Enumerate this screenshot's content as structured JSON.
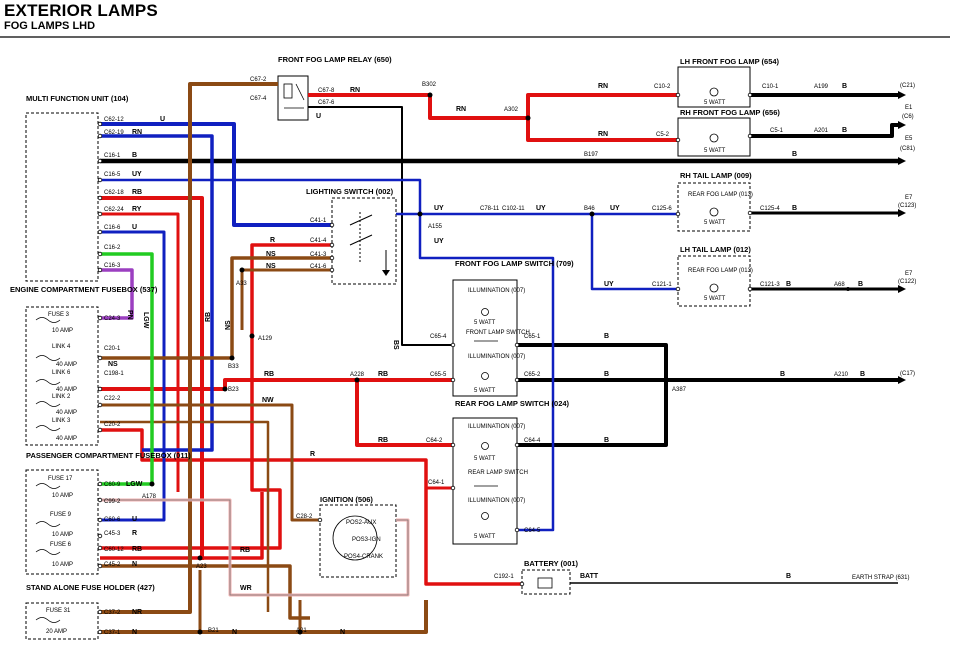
{
  "header": {
    "title": "EXTERIOR LAMPS",
    "subtitle": "FOG LAMPS LHD"
  },
  "colors": {
    "red": "#e01010",
    "blue": "#1020c0",
    "brown": "#8b4a14",
    "black": "#000000",
    "green": "#22cc22",
    "purple": "#9b3fc0",
    "pink": "#f0b0b0"
  },
  "components": {
    "mfu": "MULTI FUNCTION UNIT (104)",
    "relay": "FRONT FOG LAMP RELAY (650)",
    "lh_front_fog": "LH FRONT FOG LAMP (654)",
    "rh_front_fog": "RH FRONT FOG LAMP (656)",
    "rh_tail": "RH TAIL LAMP (009)",
    "lh_tail": "LH TAIL LAMP (012)",
    "lighting_switch": "LIGHTING SWITCH (002)",
    "front_fog_switch": "FRONT FOG LAMP SWITCH (709)",
    "rear_fog_switch": "REAR FOG LAMP SWITCH (024)",
    "engine_fusebox": "ENGINE COMPARTMENT FUSEBOX (537)",
    "passenger_fusebox": "PASSENGER COMPARTMENT FUSEBOX (011)",
    "standalone_fuse": "STAND ALONE FUSE HOLDER (427)",
    "ignition": "IGNITION (506)",
    "battery": "BATTERY (001)"
  },
  "bulbs": {
    "five_watt": "5 WATT",
    "rear_fog_lamp": "REAR FOG LAMP (013)",
    "illumination": "ILLUMINATION (007)",
    "front_lamp_switch": "FRONT LAMP SWITCH",
    "rear_lamp_switch": "REAR LAMP SWITCH"
  },
  "fuses": {
    "fuse3": "FUSE 3",
    "amp10": "10 AMP",
    "link4": "LINK 4",
    "amp40": "40 AMP",
    "link6": "LINK 6",
    "link2": "LINK 2",
    "link3": "LINK 3",
    "fuse17": "FUSE 17",
    "fuse9": "FUSE 9",
    "fuse6": "FUSE 6",
    "fuse31": "FUSE 31",
    "amp20": "20 AMP"
  },
  "ignition_positions": [
    "POS2-AUX",
    "POS3-IGN",
    "POS4-CRANK"
  ],
  "earth": {
    "c21": "(C21)",
    "e1": "E1",
    "c6": "(C6)",
    "e5": "E5",
    "c81": "(C81)",
    "e7a": "E7",
    "c123": "(C123)",
    "e7b": "E7",
    "c122": "(C122)",
    "c17": "(C17)",
    "strap": "EARTH STRAP (631)"
  },
  "connectors": {
    "c67_2": "C67-2",
    "c67_4": "C67-4",
    "c67_8": "C67-8",
    "c67_6": "C67-6",
    "c62_12": "C62-12",
    "c62_19": "C62-19",
    "c16_1": "C16-1",
    "c16_5": "C16-5",
    "c62_18": "C62-18",
    "c62_24": "C62-24",
    "c16_6": "C16-6",
    "c16_2": "C16-2",
    "c16_3": "C16-3",
    "c24_3": "C24-3",
    "c20_1": "C20-1",
    "c198_1": "C198-1",
    "c22_2": "C22-2",
    "c20_2": "C20-2",
    "c60_9": "C60-9",
    "c99_2": "C99-2",
    "c60_6": "C60-6",
    "c45_3": "C45-3",
    "c60_12": "C60-12",
    "c45_2": "C45-2",
    "c37_2": "C37-2",
    "c37_1": "C37-1",
    "c41_1": "C41-1",
    "c41_4": "C41-4",
    "c41_3": "C41-3",
    "c41_6": "C41-6",
    "c10_2": "C10-2",
    "c10_1": "C10-1",
    "c5_2": "C5-2",
    "c5_1": "C5-1",
    "c78_11": "C78-11",
    "c102_11": "C102-11",
    "c125_6": "C125-6",
    "c125_4": "C125-4",
    "c121_1": "C121-1",
    "c121_3": "C121-3",
    "c65_4": "C65-4",
    "c65_5": "C65-5",
    "c65_1": "C65-1",
    "c65_2": "C65-2",
    "c64_2": "C64-2",
    "c64_1": "C64-1",
    "c64_4": "C64-4",
    "c64_5": "C64-5",
    "c28_2": "C28-2",
    "c192_1": "C192-1"
  },
  "splices": {
    "b302": "B302",
    "a302": "A302",
    "a199": "A199",
    "a201": "A201",
    "b197": "B197",
    "b46": "B46",
    "a155": "A155",
    "a68": "A68",
    "a33": "A33",
    "a129": "A129",
    "b33": "B33",
    "b23": "B23",
    "a228": "A228",
    "a210": "A210",
    "a387": "A387",
    "a178": "A178",
    "a23": "A23",
    "b21": "B21",
    "a21": "A21"
  },
  "wire_codes": {
    "U": "U",
    "RN": "RN",
    "B": "B",
    "UY": "UY",
    "RB": "RB",
    "RY": "RY",
    "NS": "NS",
    "R": "R",
    "PN": "PN",
    "LGW": "LGW",
    "NW": "NW",
    "WR": "WR",
    "NR": "NR",
    "N": "N",
    "BATT": "BATT",
    "BS": "BS"
  }
}
